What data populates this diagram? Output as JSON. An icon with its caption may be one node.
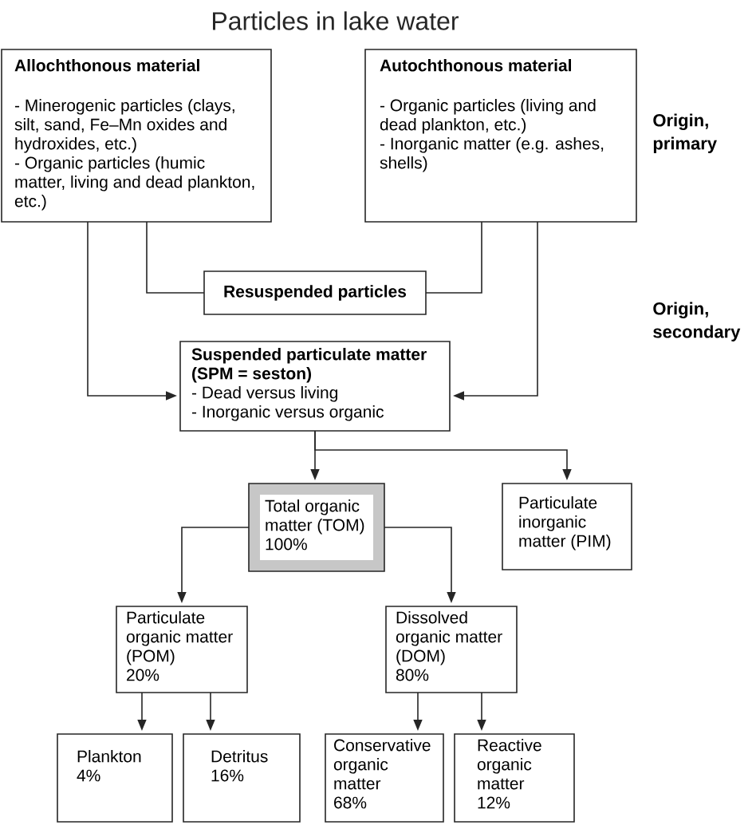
{
  "diagram": {
    "title": "Particles in lake water",
    "nodes": [
      {
        "text": [
          "Allochthonous material",
          "- Minerogenic particles (clays, silt, sand, Fe–Mn oxides and hydroxides, etc.)",
          "- Organic particles (humic matter, living and dead plankton, etc.)"
        ]
      },
      {
        "text": [
          "Autochthonous material",
          "- Organic particles (living and dead plankton, etc.)",
          "- Inorganic matter (e.g. ashes, shells)"
        ]
      },
      {
        "text": [
          "Resuspended particles"
        ]
      },
      {
        "text": [
          "Suspended particulate matter (SPM = seston)",
          "- Dead versus living",
          "- Inorganic versus organic"
        ]
      },
      {
        "text": [
          "Total organic matter (TOM)",
          "100%"
        ]
      },
      {
        "text": [
          "Particulate inorganic matter (PIM)"
        ]
      },
      {
        "text": [
          "Particulate organic matter (POM)",
          "20%"
        ]
      },
      {
        "text": [
          "Dissolved organic matter (DOM)",
          "80%"
        ]
      },
      {
        "text": [
          "Plankton",
          "4%"
        ]
      },
      {
        "text": [
          "Detritus",
          "16%"
        ]
      },
      {
        "text": [
          "Conservative organic matter",
          "68%"
        ]
      },
      {
        "text": [
          "Reactive organic matter",
          "12%"
        ]
      }
    ],
    "edges": [
      {
        "from": 0,
        "to": 3,
        "arrow": "to"
      },
      {
        "from": 1,
        "to": 3,
        "arrow": "to"
      },
      {
        "from": 0,
        "to": 2,
        "arrow": "none"
      },
      {
        "from": 1,
        "to": 2,
        "arrow": "none"
      },
      {
        "from": 3,
        "to": 4,
        "arrow": "to"
      },
      {
        "from": 3,
        "to": 5,
        "arrow": "to"
      },
      {
        "from": 4,
        "to": 6,
        "arrow": "to"
      },
      {
        "from": 4,
        "to": 7,
        "arrow": "to"
      },
      {
        "from": 6,
        "to": 8,
        "arrow": "to"
      },
      {
        "from": 6,
        "to": 9,
        "arrow": "to"
      },
      {
        "from": 7,
        "to": 10,
        "arrow": "to"
      },
      {
        "from": 7,
        "to": 11,
        "arrow": "to"
      }
    ],
    "labels": [
      "Origin, primary",
      "Origin, secondary"
    ]
  }
}
